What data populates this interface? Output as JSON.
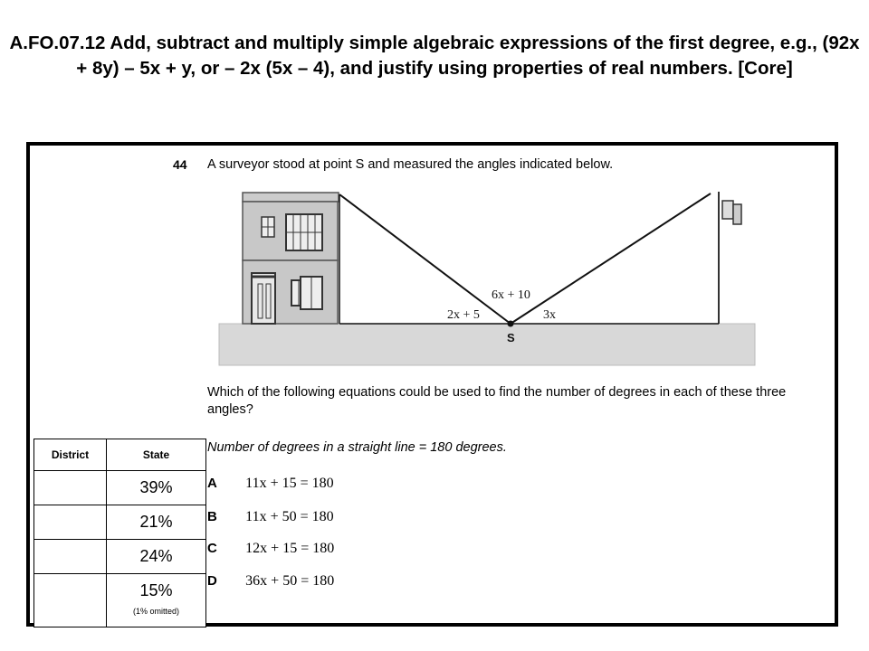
{
  "slide": {
    "title": "A.FO.07.12 Add, subtract and multiply simple algebraic expressions of the first degree, e.g., (92x + 8y) – 5x + y, or – 2x (5x – 4), and justify using properties of real numbers.  [Core]"
  },
  "question": {
    "number": "44",
    "text": "A surveyor stood at point S and measured the angles indicated below.",
    "figure": {
      "angle_top": "6x + 10",
      "angle_left": "2x + 5",
      "angle_right": "3x",
      "point": "S"
    },
    "prompt": "Which of the following equations could be used to find the number of degrees in each of these three angles?",
    "hint": "Number of degrees in a straight line = 180 degrees.",
    "choices": [
      {
        "letter": "A",
        "equation": "11x + 15 = 180"
      },
      {
        "letter": "B",
        "equation": "11x + 50 = 180"
      },
      {
        "letter": "C",
        "equation": "12x + 15 = 180"
      },
      {
        "letter": "D",
        "equation": "36x + 50 = 180"
      }
    ]
  },
  "stats_table": {
    "headers": [
      "District",
      "State"
    ],
    "rows": [
      {
        "district": "",
        "state": "39%"
      },
      {
        "district": "",
        "state": "21%"
      },
      {
        "district": "",
        "state": "24%"
      },
      {
        "district": "",
        "state": "15%"
      }
    ],
    "note": "(1% omitted)"
  }
}
